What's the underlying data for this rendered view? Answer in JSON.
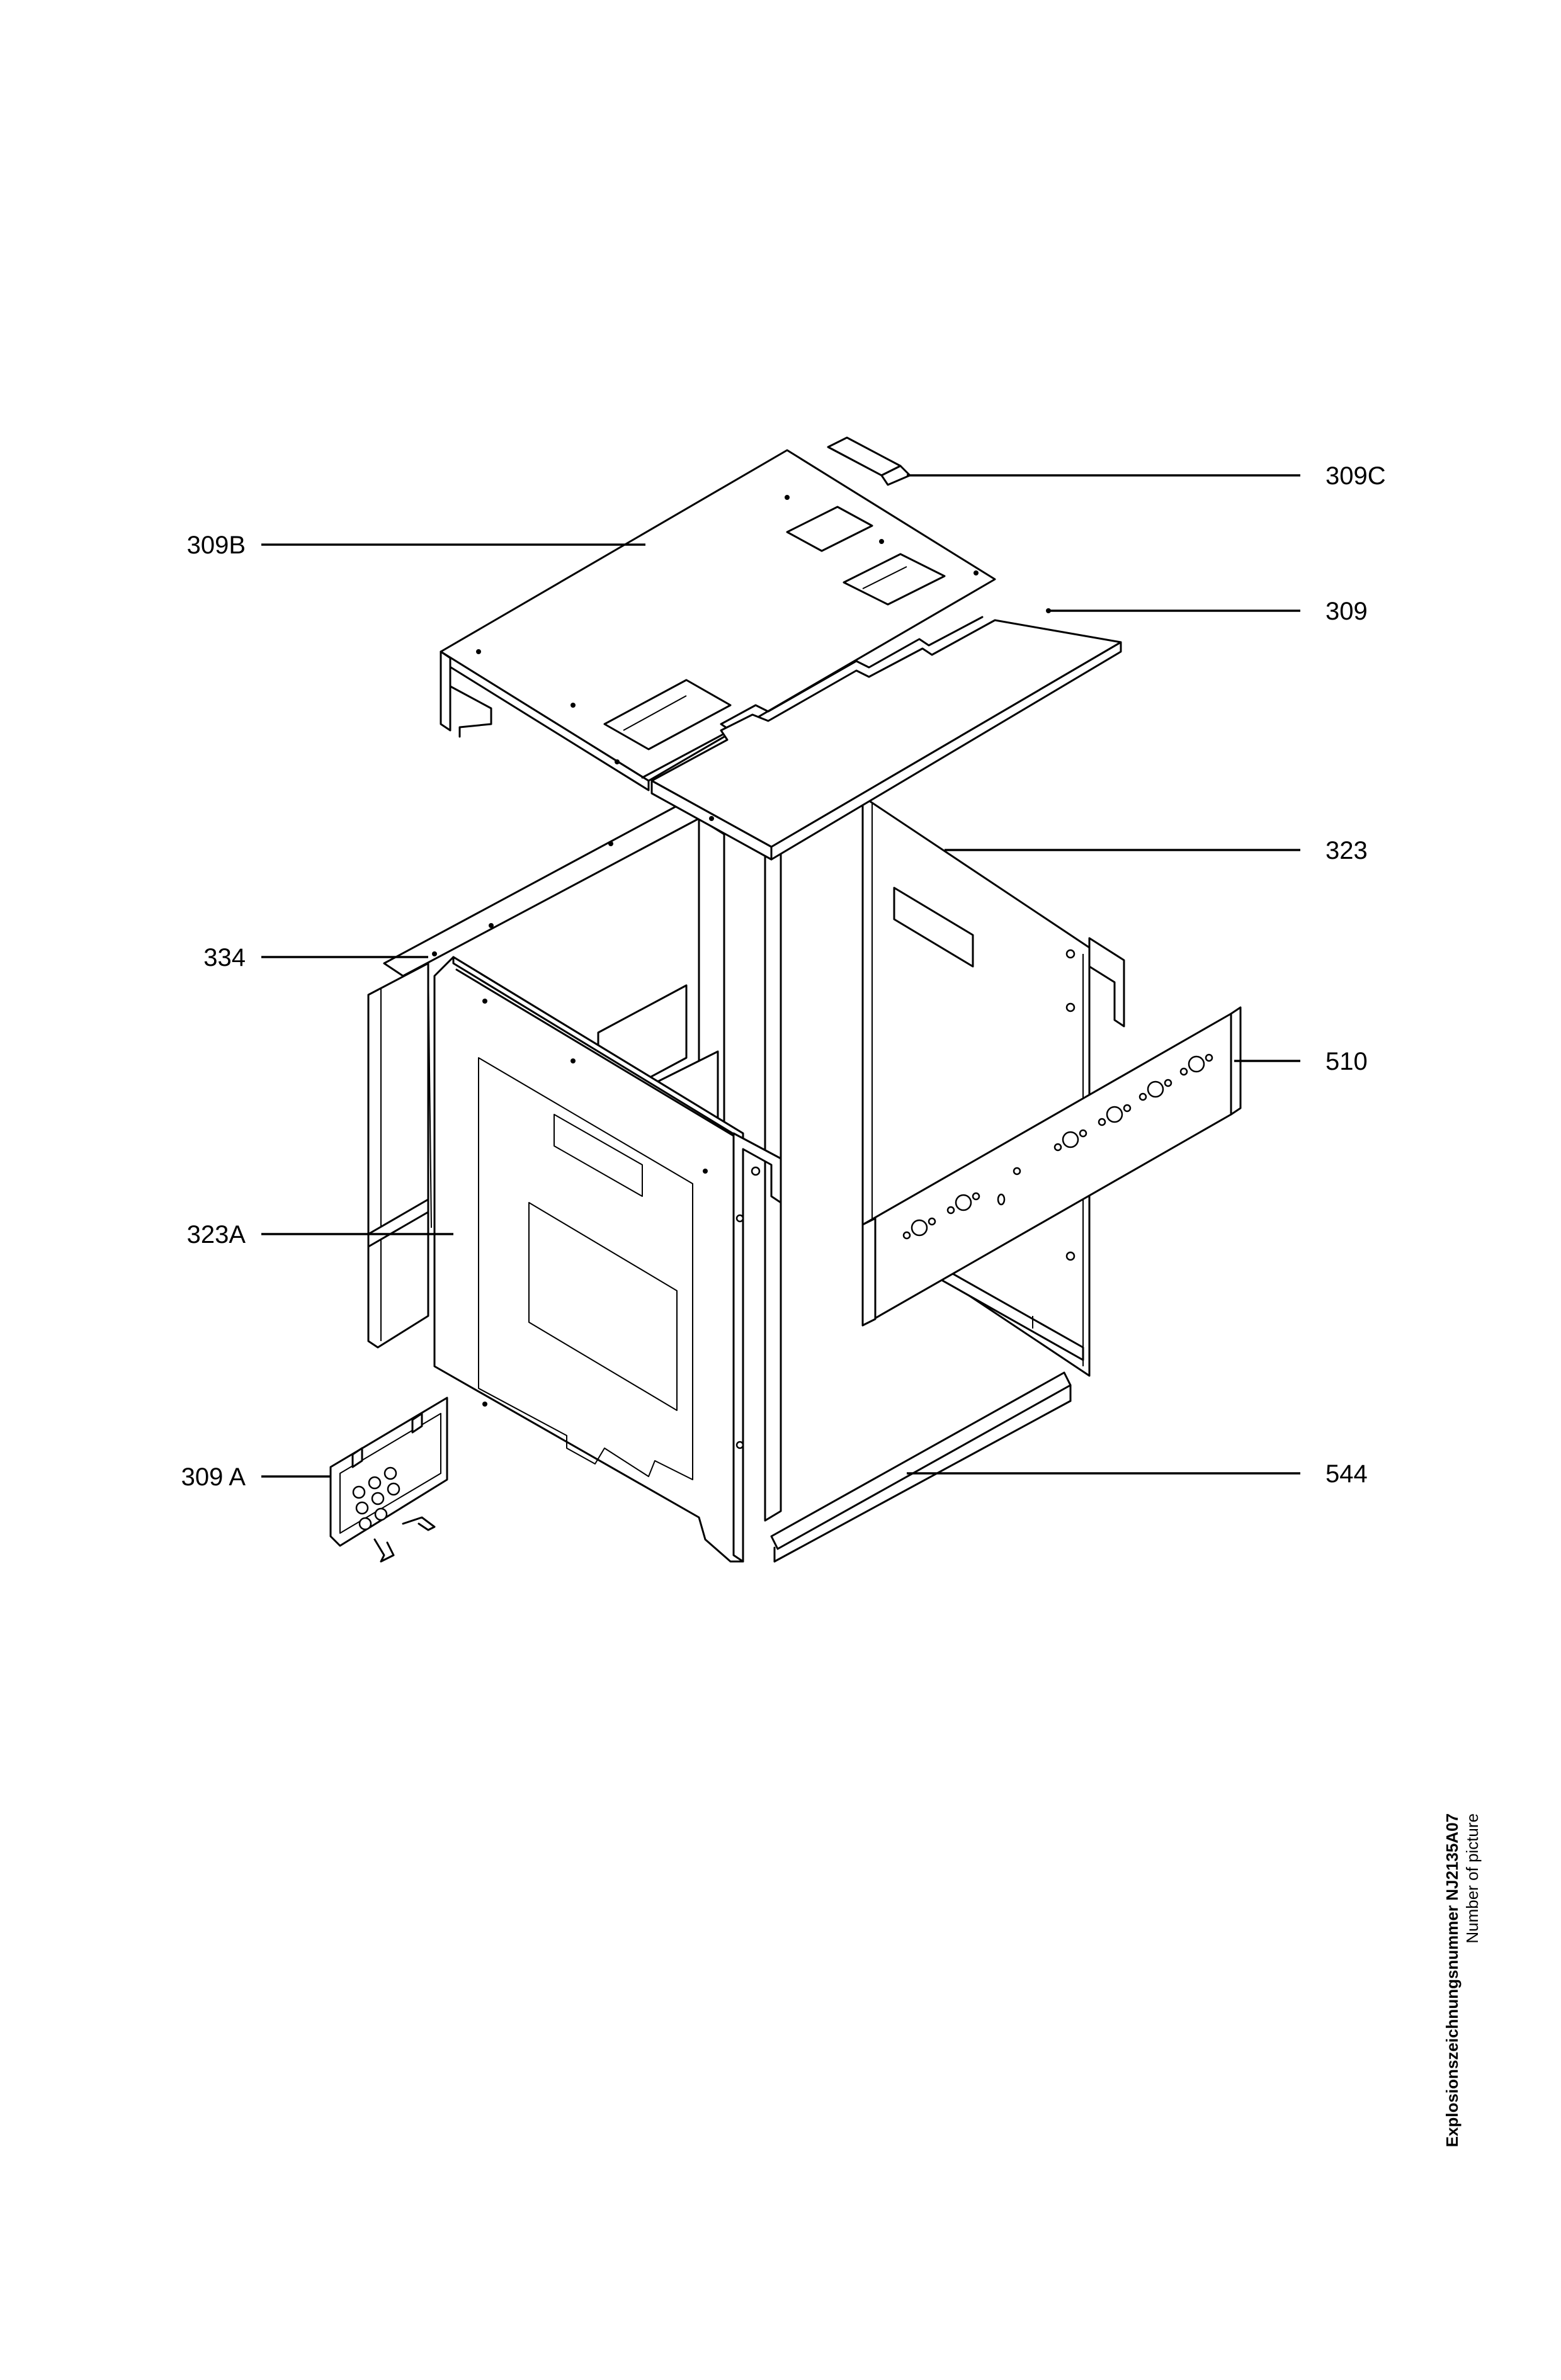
{
  "parts": [
    {
      "id": "309C",
      "label": "309C"
    },
    {
      "id": "309B",
      "label": "309B"
    },
    {
      "id": "309",
      "label": "309"
    },
    {
      "id": "323",
      "label": "323"
    },
    {
      "id": "334",
      "label": "334"
    },
    {
      "id": "510",
      "label": "510"
    },
    {
      "id": "323A",
      "label": "323A"
    },
    {
      "id": "309A",
      "label": "309 A"
    },
    {
      "id": "544",
      "label": "544"
    }
  ],
  "caption": {
    "line1": "Explosionszeichnungsnummer NJ2135A07",
    "line2": "Number of picture"
  }
}
